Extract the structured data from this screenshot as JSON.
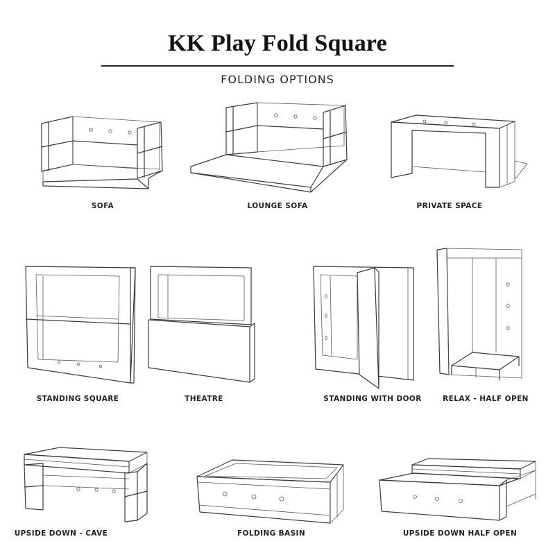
{
  "header": {
    "title": "KK Play Fold Square",
    "subtitle": "FOLDING OPTIONS"
  },
  "options": [
    {
      "id": "sofa",
      "label": "SOFA",
      "icon": "sofa-configuration-illustration"
    },
    {
      "id": "lounge-sofa",
      "label": "LOUNGE SOFA",
      "icon": "lounge-sofa-configuration-illustration"
    },
    {
      "id": "private-space",
      "label": "PRIVATE SPACE",
      "icon": "private-space-configuration-illustration"
    },
    {
      "id": "standing-square",
      "label": "STANDING SQUARE",
      "icon": "standing-square-configuration-illustration"
    },
    {
      "id": "theatre",
      "label": "THEATRE",
      "icon": "theatre-configuration-illustration"
    },
    {
      "id": "standing-with-door",
      "label": "STANDING WITH DOOR",
      "icon": "standing-with-door-configuration-illustration"
    },
    {
      "id": "relax-half-open",
      "label": "RELAX - HALF OPEN",
      "icon": "relax-half-open-configuration-illustration"
    },
    {
      "id": "upside-down-cave",
      "label": "UPSIDE DOWN - CAVE",
      "icon": "upside-down-cave-configuration-illustration"
    },
    {
      "id": "folding-basin",
      "label": "FOLDING BASIN",
      "icon": "folding-basin-configuration-illustration"
    },
    {
      "id": "upside-down-half-open",
      "label": "UPSIDE DOWN HALF OPEN",
      "icon": "upside-down-half-open-configuration-illustration"
    }
  ]
}
